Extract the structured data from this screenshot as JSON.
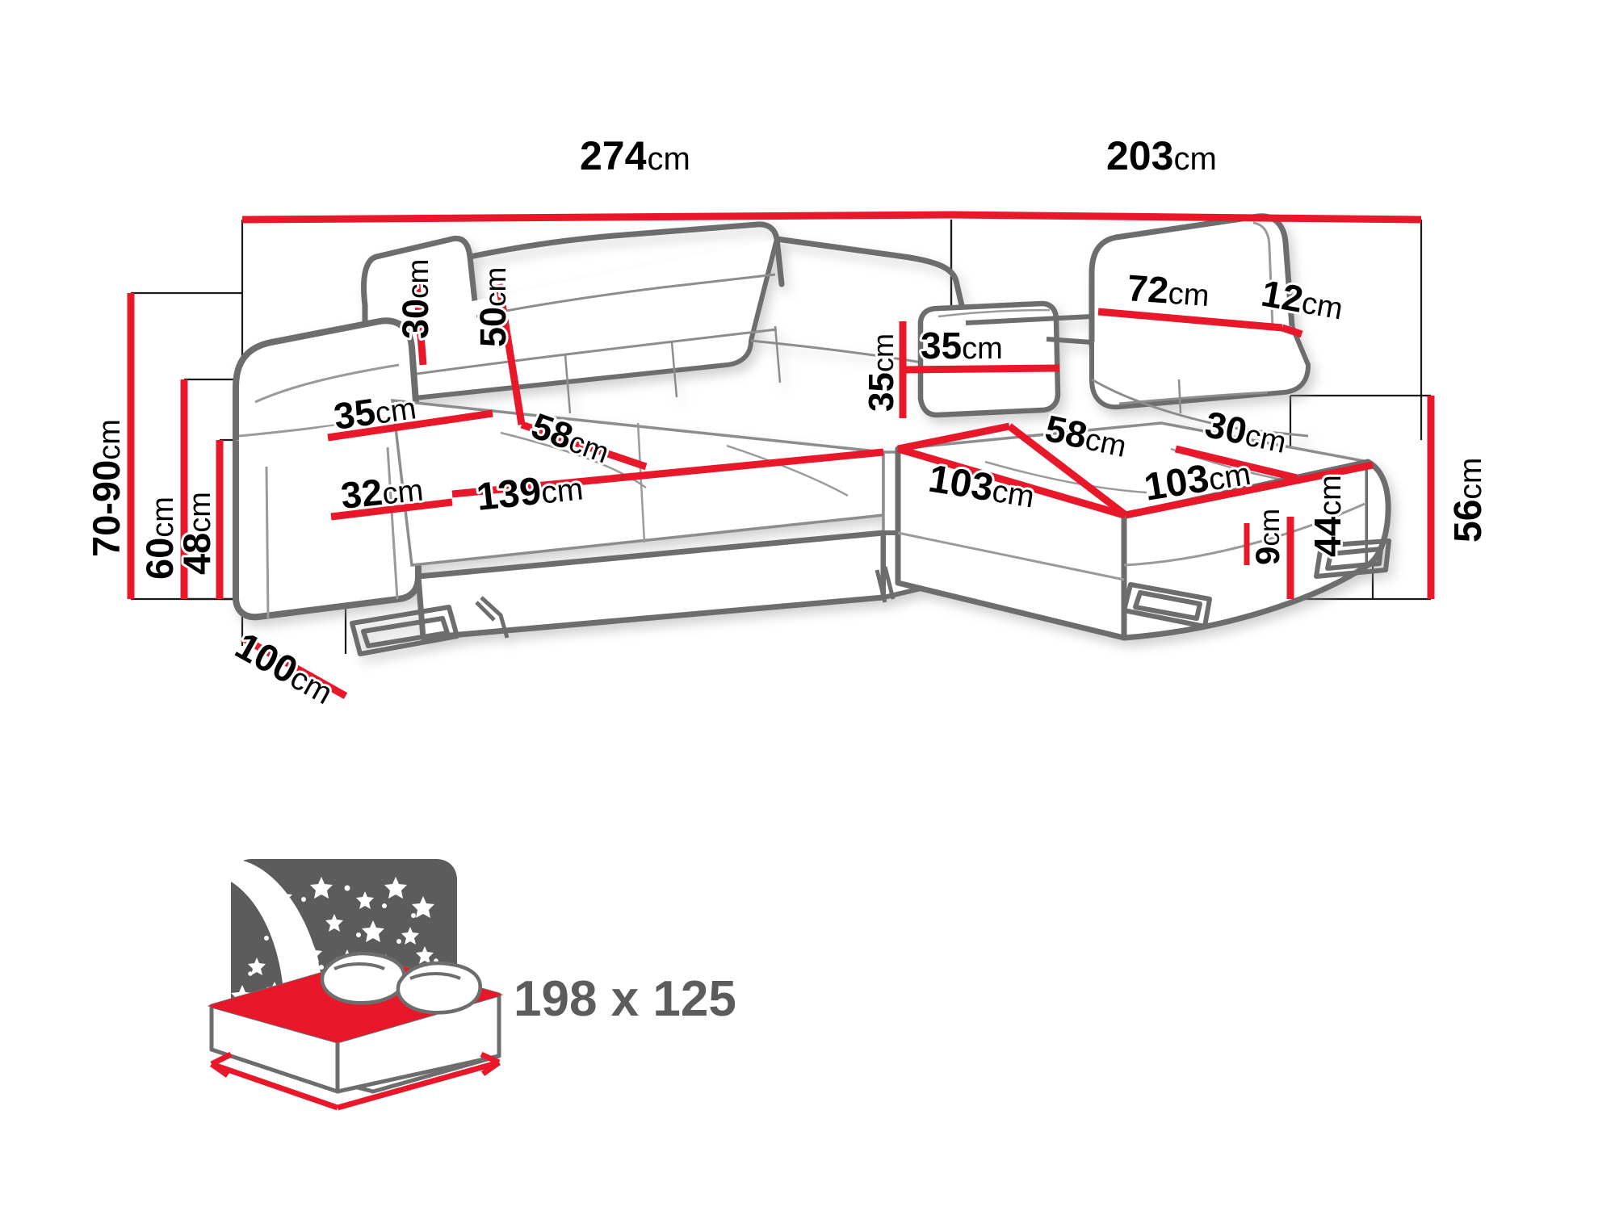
{
  "diagram": {
    "title": "Corner sofa bed dimension diagram",
    "colors": {
      "dimension_line": "#e8172a",
      "outline_dark": "#6d6d6d",
      "outline_light": "#9a9a9a",
      "text": "#000000",
      "bed_label_text": "#5c5c5c",
      "night_panel": "#5c5c5c",
      "mattress": "#e8172a",
      "background": "#ffffff"
    },
    "unit_suffix": "cm"
  },
  "dimensions": {
    "overall_width_left": {
      "value": "274",
      "unit": "cm",
      "name": "overall-width-left-section"
    },
    "overall_width_right": {
      "value": "203",
      "unit": "cm",
      "name": "overall-width-right-section"
    },
    "total_height": {
      "value": "70-90",
      "unit": "cm",
      "name": "total-height-with-headrest"
    },
    "back_height": {
      "value": "60",
      "unit": "cm",
      "name": "backrest-height"
    },
    "armrest_height": {
      "value": "48",
      "unit": "cm",
      "name": "armrest-height"
    },
    "headrest_left_depth": {
      "value": "30",
      "unit": "cm",
      "name": "left-headrest-depth"
    },
    "backrest_left_height": {
      "value": "50",
      "unit": "cm",
      "name": "left-backrest-height"
    },
    "armrest_top_width": {
      "value": "35",
      "unit": "cm",
      "name": "armrest-top-width"
    },
    "armrest_front_width": {
      "value": "32",
      "unit": "cm",
      "name": "armrest-front-width"
    },
    "seat_depth_left": {
      "value": "58",
      "unit": "cm",
      "name": "left-seat-depth"
    },
    "seat_width_left": {
      "value": "139",
      "unit": "cm",
      "name": "left-seat-width"
    },
    "cushion_height": {
      "value": "35",
      "unit": "cm",
      "name": "decor-cushion-height"
    },
    "cushion_width": {
      "value": "35",
      "unit": "cm",
      "name": "decor-cushion-width"
    },
    "headrest_right_width": {
      "value": "72",
      "unit": "cm",
      "name": "right-headrest-width"
    },
    "headrest_right_depth": {
      "value": "12",
      "unit": "cm",
      "name": "right-headrest-depth"
    },
    "chaise_backrest_width": {
      "value": "30",
      "unit": "cm",
      "name": "chaise-backrest-width"
    },
    "seat_depth_right": {
      "value": "58",
      "unit": "cm",
      "name": "right-seat-depth"
    },
    "chaise_seat_width": {
      "value": "103",
      "unit": "cm",
      "name": "chaise-seat-width-rear"
    },
    "chaise_seat_depth": {
      "value": "103",
      "unit": "cm",
      "name": "chaise-seat-width-front"
    },
    "chaise_height": {
      "value": "44",
      "unit": "cm",
      "name": "chaise-seat-height"
    },
    "chaise_total_height": {
      "value": "56",
      "unit": "cm",
      "name": "chaise-total-height"
    },
    "leg_height": {
      "value": "9",
      "unit": "cm",
      "name": "leg-height"
    },
    "sofa_depth": {
      "value": "100",
      "unit": "cm",
      "name": "sofa-depth"
    }
  },
  "sleeping_area": {
    "label": "198 x 125",
    "icon_name": "bed-sleeping-surface-icon"
  }
}
